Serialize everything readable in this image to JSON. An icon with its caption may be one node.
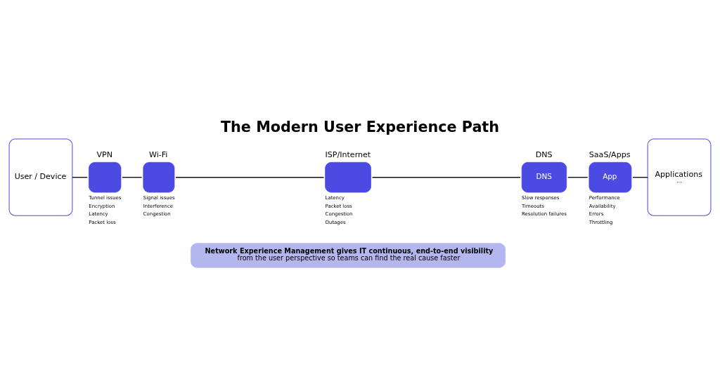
{
  "diagram": {
    "title": "The Modern User Experience Path",
    "nodes": [
      {
        "text": [
          "User / Device"
        ]
      },
      {
        "text": [
          "VPN"
        ],
        "beside": [
          "Tunnel issues",
          "Encryption",
          "Latency",
          "Packet loss"
        ]
      },
      {
        "text": [
          "Wi-Fi"
        ],
        "beside": [
          "Signal issues",
          "Interference",
          "Congestion"
        ]
      },
      {
        "text": [
          "ISP/Internet"
        ],
        "beside": [
          "Latency",
          "Packet loss",
          "Congestion",
          "Outages"
        ]
      },
      {
        "text": [
          "DNS",
          "DNS"
        ],
        "beside": [
          "Slow responses",
          "Timeouts",
          "Resolution failures"
        ]
      },
      {
        "text": [
          "SaaS/Apps",
          "App"
        ],
        "beside": [
          "Performance",
          "Availability",
          "Errors",
          "Throttling"
        ]
      },
      {
        "text": [
          "Applications",
          "…"
        ]
      },
      {
        "text": [
          "Network Experience Management gives IT continuous, end-to-end visibility",
          "from the user perspective so teams can find the real cause faster"
        ]
      }
    ],
    "edges": [
      {
        "from": 0,
        "to": 1,
        "arrow": "none"
      },
      {
        "from": 1,
        "to": 2,
        "arrow": "none"
      },
      {
        "from": 2,
        "to": 3,
        "arrow": "none"
      },
      {
        "from": 3,
        "to": 4,
        "arrow": "none"
      },
      {
        "from": 4,
        "to": 5,
        "arrow": "none"
      },
      {
        "from": 5,
        "to": 6,
        "arrow": "none"
      }
    ]
  }
}
